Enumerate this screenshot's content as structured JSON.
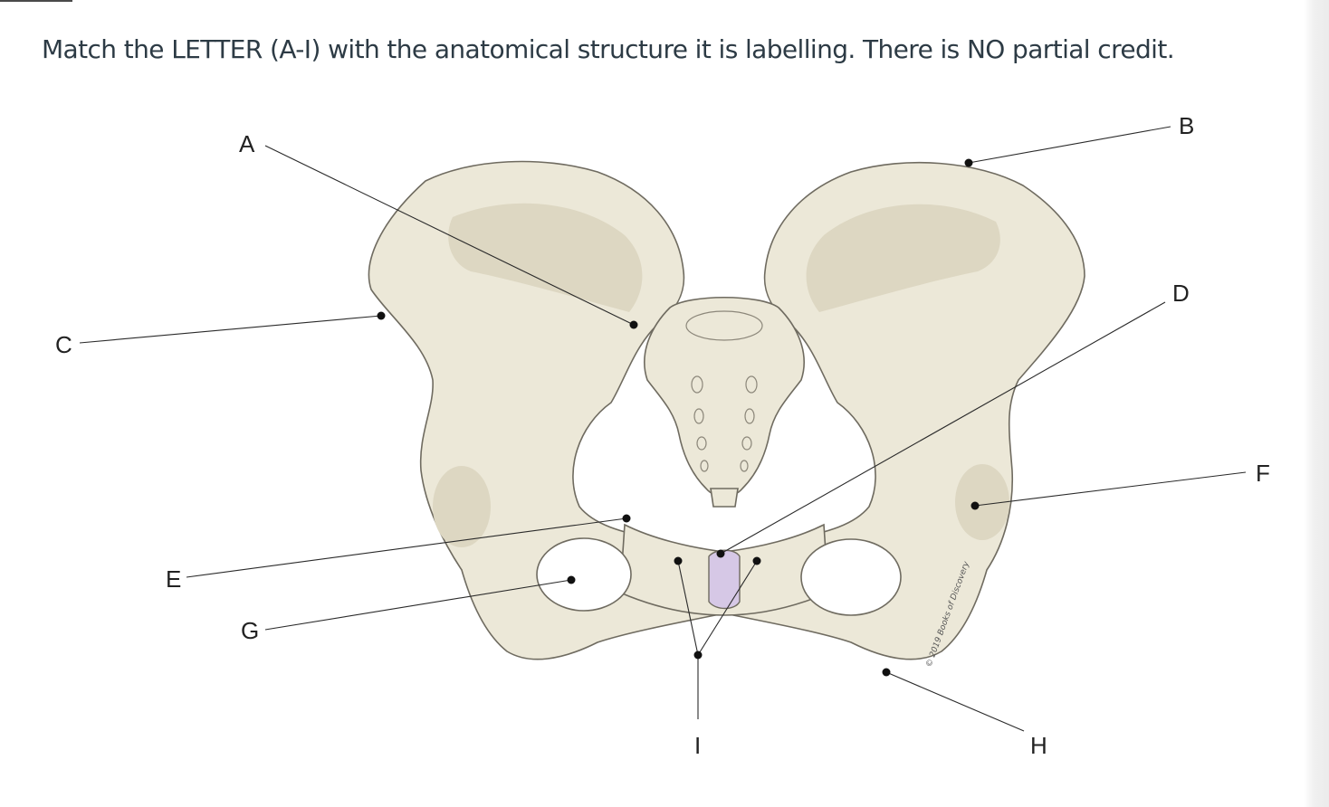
{
  "question": {
    "prompt": "Match the LETTER (A-I) with the anatomical structure it is labelling.  There is NO partial credit."
  },
  "diagram": {
    "labels": {
      "a": "A",
      "b": "B",
      "c": "C",
      "d": "D",
      "e": "E",
      "f": "F",
      "g": "G",
      "h": "H",
      "i": "I"
    },
    "copyright": "© 2019 Books of Discovery",
    "colors": {
      "bone": "#ece8d8",
      "outline": "#6f6b60",
      "pubic_symphysis": "#d6c8e6",
      "leader": "#2a2a2a"
    }
  }
}
